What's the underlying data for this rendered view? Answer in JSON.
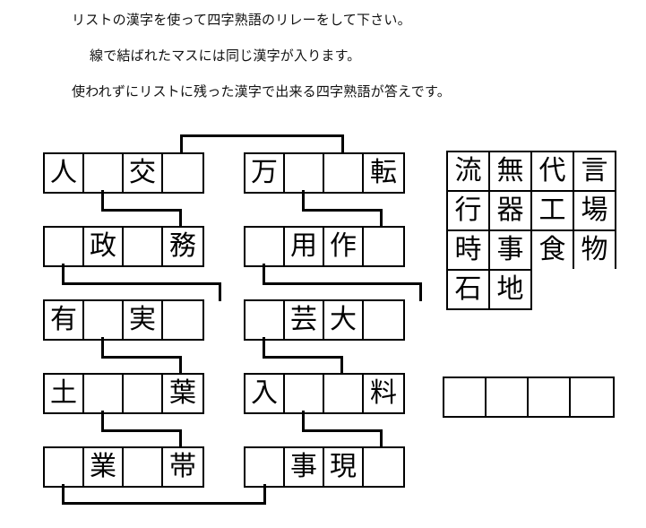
{
  "instructions": {
    "line1": "リストの漢字を使って四字熟語のリレーをして下さい。",
    "line2": "線で結ばれたマスには同じ漢字が入ります。",
    "line3": "使われずにリストに残った漢字で出来る四字熟語が答えです。"
  },
  "left_grid": {
    "rows": [
      {
        "cells": [
          "人",
          "",
          "交",
          ""
        ]
      },
      {
        "cells": [
          "",
          "政",
          "",
          "務"
        ]
      },
      {
        "cells": [
          "有",
          "",
          "実",
          ""
        ]
      },
      {
        "cells": [
          "土",
          "",
          "",
          "葉"
        ]
      },
      {
        "cells": [
          "",
          "業",
          "",
          "帯"
        ]
      }
    ]
  },
  "right_grid": {
    "rows": [
      {
        "cells": [
          "万",
          "",
          "",
          "転"
        ]
      },
      {
        "cells": [
          "",
          "用",
          "作",
          ""
        ]
      },
      {
        "cells": [
          "",
          "芸",
          "大",
          ""
        ]
      },
      {
        "cells": [
          "入",
          "",
          "",
          "料"
        ]
      },
      {
        "cells": [
          "",
          "事",
          "現",
          ""
        ]
      }
    ]
  },
  "kanji_list": {
    "rows": [
      {
        "cells": [
          "流",
          "無",
          "代",
          "言"
        ]
      },
      {
        "cells": [
          "行",
          "器",
          "工",
          "場"
        ]
      },
      {
        "cells": [
          "時",
          "事",
          "食",
          "物"
        ]
      },
      {
        "cells": [
          "石",
          "地"
        ]
      }
    ]
  },
  "answer_box": {
    "cells": [
      "",
      "",
      "",
      ""
    ]
  },
  "colors": {
    "ink": "#000000",
    "paper": "#ffffff"
  }
}
